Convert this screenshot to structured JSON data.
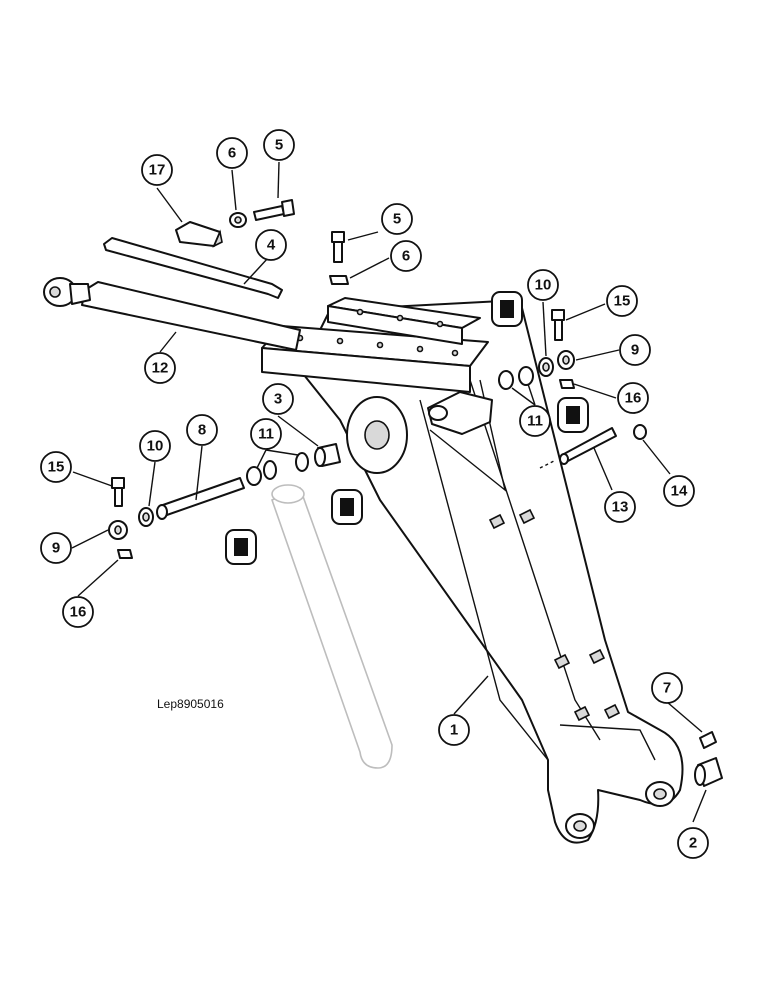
{
  "diagram": {
    "reference": "Lep8905016",
    "colors": {
      "ink": "#111111",
      "ghost": "#bdbdbd",
      "shade": "#d9d9d9"
    },
    "callouts": [
      {
        "id": "c17",
        "label": "17"
      },
      {
        "id": "c6a",
        "label": "6"
      },
      {
        "id": "c5a",
        "label": "5"
      },
      {
        "id": "c5b",
        "label": "5"
      },
      {
        "id": "c6b",
        "label": "6"
      },
      {
        "id": "c4",
        "label": "4"
      },
      {
        "id": "c12",
        "label": "12"
      },
      {
        "id": "c10a",
        "label": "10"
      },
      {
        "id": "c15a",
        "label": "15"
      },
      {
        "id": "c9a",
        "label": "9"
      },
      {
        "id": "c16a",
        "label": "16"
      },
      {
        "id": "c11a",
        "label": "11"
      },
      {
        "id": "c14",
        "label": "14"
      },
      {
        "id": "c13",
        "label": "13"
      },
      {
        "id": "c3",
        "label": "3"
      },
      {
        "id": "c11b",
        "label": "11"
      },
      {
        "id": "c8",
        "label": "8"
      },
      {
        "id": "c10b",
        "label": "10"
      },
      {
        "id": "c15b",
        "label": "15"
      },
      {
        "id": "c9b",
        "label": "9"
      },
      {
        "id": "c16b",
        "label": "16"
      },
      {
        "id": "c1",
        "label": "1"
      },
      {
        "id": "c7",
        "label": "7"
      },
      {
        "id": "c2",
        "label": "2"
      }
    ]
  }
}
